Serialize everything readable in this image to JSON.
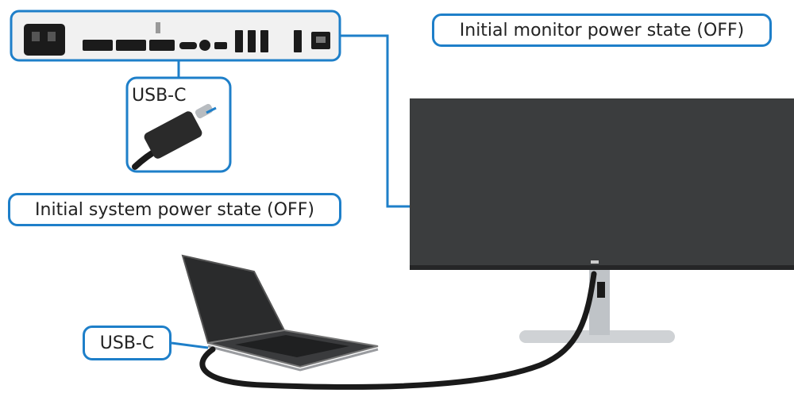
{
  "labels": {
    "monitor_state": "Initial monitor power state (OFF)",
    "system_state": "Initial system power state (OFF)",
    "usbc_port": "USB-C",
    "usbc_laptop": "USB-C"
  },
  "colors": {
    "callout_border": "#1e7fc9",
    "panel_bg": "#f1f1f1",
    "cable": "#1a1a1a",
    "monitor_screen": "#3b3d3e",
    "laptop_screen": "#2a2b2c"
  }
}
